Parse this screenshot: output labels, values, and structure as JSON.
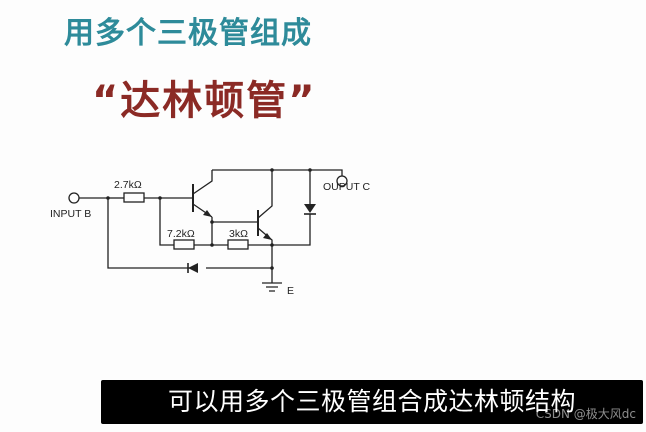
{
  "slide": {
    "heading": "用多个三极管组成",
    "subtitle": "“达林顿管”"
  },
  "circuit": {
    "input_label": "INPUT B",
    "output_label": "OUPUT C",
    "ground_label": "E",
    "r1_label": "2.7kΩ",
    "r2_label": "7.2kΩ",
    "r3_label": "3kΩ"
  },
  "caption": {
    "text": "可以用多个三极管组合成达林顿结构",
    "watermark": "CSDN @极大风dc"
  }
}
